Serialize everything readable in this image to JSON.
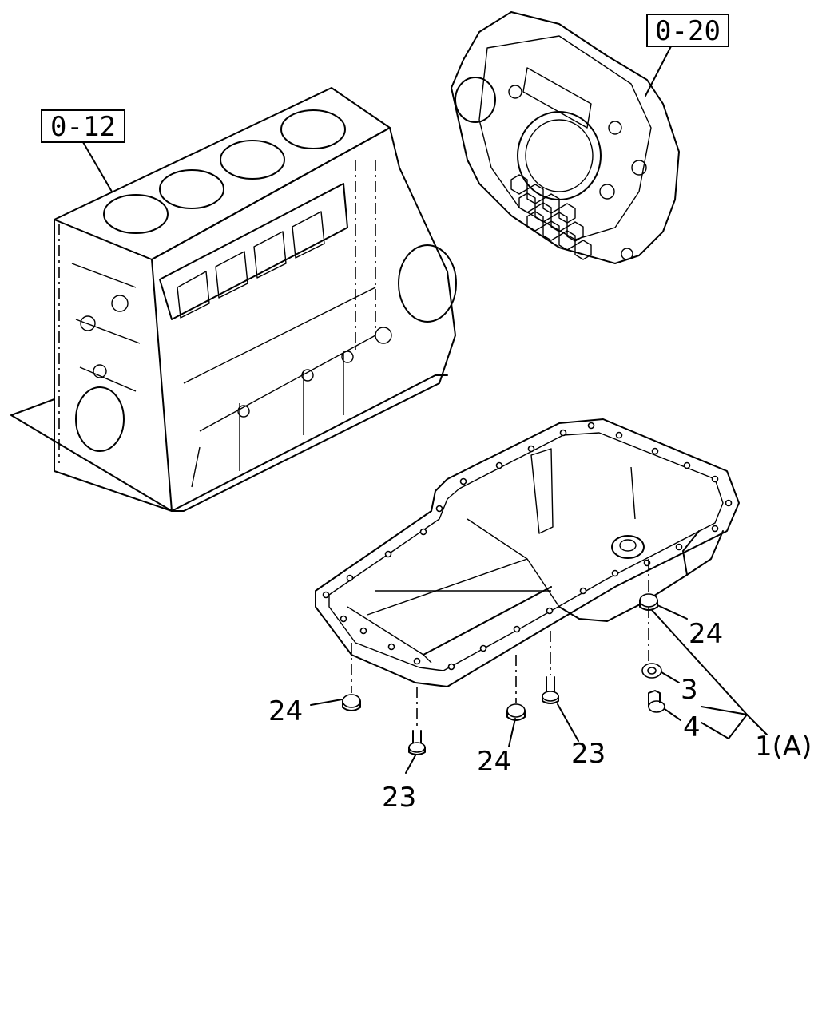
{
  "references": {
    "cylinder_block": "0-12",
    "flywheel_housing": "0-20"
  },
  "callouts": {
    "c24_right": "24",
    "c3": "3",
    "c4": "4",
    "c1a": "1(A)",
    "c24_left": "24",
    "c24_mid": "24",
    "c23_mid": "23",
    "c23_left": "23"
  }
}
